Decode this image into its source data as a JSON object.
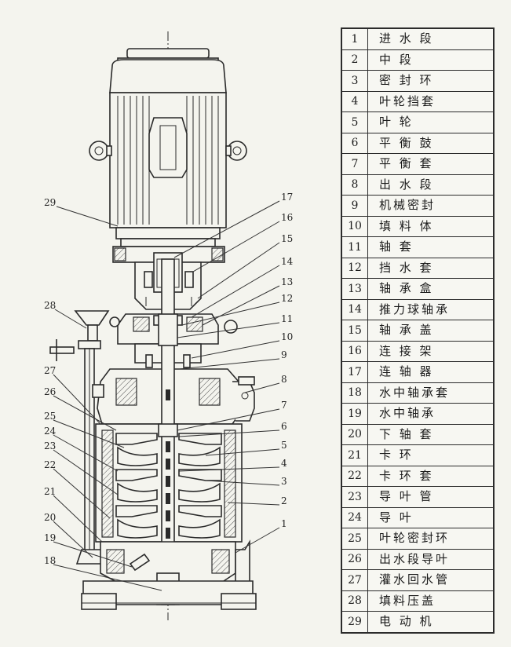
{
  "parts": [
    {
      "num": "1",
      "name": "进 水 段"
    },
    {
      "num": "2",
      "name": "中    段"
    },
    {
      "num": "3",
      "name": "密 封 环"
    },
    {
      "num": "4",
      "name": "叶轮挡套"
    },
    {
      "num": "5",
      "name": "叶    轮"
    },
    {
      "num": "6",
      "name": "平 衡 鼓"
    },
    {
      "num": "7",
      "name": "平 衡 套"
    },
    {
      "num": "8",
      "name": "出 水 段"
    },
    {
      "num": "9",
      "name": "机械密封"
    },
    {
      "num": "10",
      "name": "填 料 体"
    },
    {
      "num": "11",
      "name": "轴    套"
    },
    {
      "num": "12",
      "name": "挡 水 套"
    },
    {
      "num": "13",
      "name": "轴 承 盒"
    },
    {
      "num": "14",
      "name": "推力球轴承"
    },
    {
      "num": "15",
      "name": "轴 承 盖"
    },
    {
      "num": "16",
      "name": "连 接 架"
    },
    {
      "num": "17",
      "name": "连 轴 器"
    },
    {
      "num": "18",
      "name": "水中轴承套"
    },
    {
      "num": "19",
      "name": "水中轴承"
    },
    {
      "num": "20",
      "name": "下 轴 套"
    },
    {
      "num": "21",
      "name": "卡    环"
    },
    {
      "num": "22",
      "name": "卡 环 套"
    },
    {
      "num": "23",
      "name": "导 叶 管"
    },
    {
      "num": "24",
      "name": "导    叶"
    },
    {
      "num": "25",
      "name": "叶轮密封环"
    },
    {
      "num": "26",
      "name": "出水段导叶"
    },
    {
      "num": "27",
      "name": "灌水回水管"
    },
    {
      "num": "28",
      "name": "填料压盖"
    },
    {
      "num": "29",
      "name": "电 动 机"
    }
  ],
  "left_labels": [
    "29",
    "28",
    "27",
    "26",
    "25",
    "24",
    "23",
    "22",
    "21",
    "20",
    "19",
    "18"
  ],
  "right_labels": [
    "17",
    "16",
    "15",
    "14",
    "13",
    "12",
    "11",
    "10",
    "9",
    "8",
    "7",
    "6",
    "5",
    "4",
    "3",
    "2",
    "1"
  ]
}
